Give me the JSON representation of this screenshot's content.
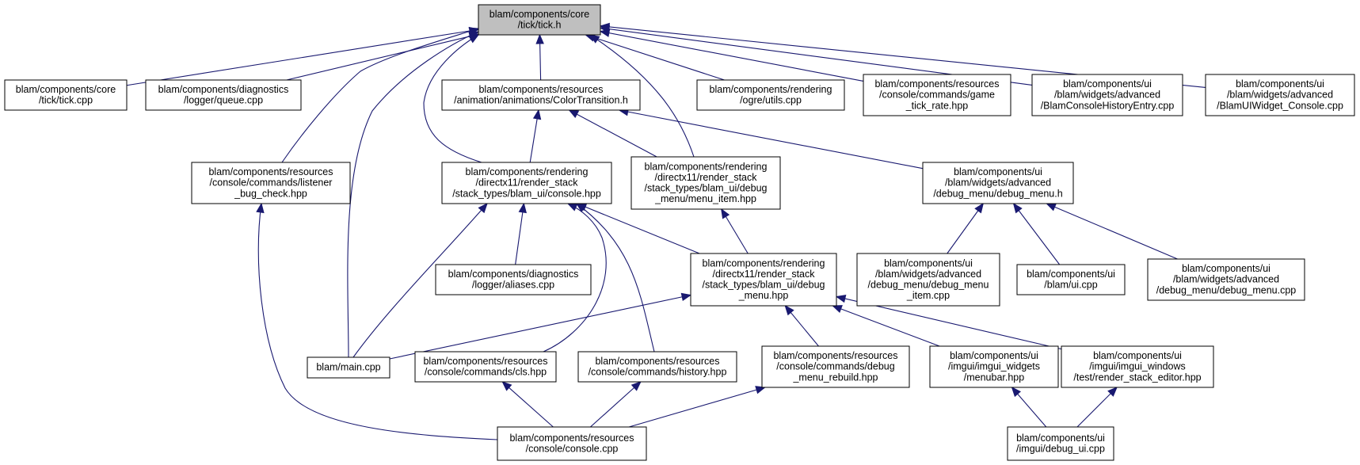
{
  "diagram_data": {
    "type": "include-dependency-graph",
    "edge_color": "#191970",
    "root_fill": "#bfbfbf",
    "nodes": [
      {
        "id": "tick_h",
        "lines": [
          "blam/components/core",
          "/tick/tick.h"
        ],
        "root": true
      },
      {
        "id": "tick_cpp",
        "lines": [
          "blam/components/core",
          "/tick/tick.cpp"
        ]
      },
      {
        "id": "queue_cpp",
        "lines": [
          "blam/components/diagnostics",
          "/logger/queue.cpp"
        ]
      },
      {
        "id": "colortransition_h",
        "lines": [
          "blam/components/resources",
          "/animation/animations/ColorTransition.h"
        ]
      },
      {
        "id": "ogre_utils_cpp",
        "lines": [
          "blam/components/rendering",
          "/ogre/utils.cpp"
        ]
      },
      {
        "id": "game_tick_rate_hpp",
        "lines": [
          "blam/components/resources",
          "/console/commands/game",
          "_tick_rate.hpp"
        ]
      },
      {
        "id": "historyentry_cpp",
        "lines": [
          "blam/components/ui",
          "/blam/widgets/advanced",
          "/BlamConsoleHistoryEntry.cpp"
        ]
      },
      {
        "id": "uiwidget_console_cpp",
        "lines": [
          "blam/components/ui",
          "/blam/widgets/advanced",
          "/BlamUIWidget_Console.cpp"
        ]
      },
      {
        "id": "listener_bug_check_hpp",
        "lines": [
          "blam/components/resources",
          "/console/commands/listener",
          "_bug_check.hpp"
        ]
      },
      {
        "id": "rs_console_hpp",
        "lines": [
          "blam/components/rendering",
          "/directx11/render_stack",
          "/stack_types/blam_ui/console.hpp"
        ]
      },
      {
        "id": "menu_item_hpp",
        "lines": [
          "blam/components/rendering",
          "/directx11/render_stack",
          "/stack_types/blam_ui/debug",
          "_menu/menu_item.hpp"
        ]
      },
      {
        "id": "debug_menu_h",
        "lines": [
          "blam/components/ui",
          "/blam/widgets/advanced",
          "/debug_menu/debug_menu.h"
        ]
      },
      {
        "id": "aliases_cpp",
        "lines": [
          "blam/components/diagnostics",
          "/logger/aliases.cpp"
        ]
      },
      {
        "id": "rs_debug_menu_hpp",
        "lines": [
          "blam/components/rendering",
          "/directx11/render_stack",
          "/stack_types/blam_ui/debug",
          "_menu.hpp"
        ]
      },
      {
        "id": "debug_menu_item_cpp",
        "lines": [
          "blam/components/ui",
          "/blam/widgets/advanced",
          "/debug_menu/debug_menu",
          "_item.cpp"
        ]
      },
      {
        "id": "ui_cpp",
        "lines": [
          "blam/components/ui",
          "/blam/ui.cpp"
        ]
      },
      {
        "id": "debug_menu_cpp",
        "lines": [
          "blam/components/ui",
          "/blam/widgets/advanced",
          "/debug_menu/debug_menu.cpp"
        ]
      },
      {
        "id": "main_cpp",
        "lines": [
          "blam/main.cpp"
        ]
      },
      {
        "id": "cls_hpp",
        "lines": [
          "blam/components/resources",
          "/console/commands/cls.hpp"
        ]
      },
      {
        "id": "history_hpp",
        "lines": [
          "blam/components/resources",
          "/console/commands/history.hpp"
        ]
      },
      {
        "id": "debug_menu_rebuild_hpp",
        "lines": [
          "blam/components/resources",
          "/console/commands/debug",
          "_menu_rebuild.hpp"
        ]
      },
      {
        "id": "menubar_hpp",
        "lines": [
          "blam/components/ui",
          "/imgui/imgui_widgets",
          "/menubar.hpp"
        ]
      },
      {
        "id": "render_stack_editor_hpp",
        "lines": [
          "blam/components/ui",
          "/imgui/imgui_windows",
          "/test/render_stack_editor.hpp"
        ]
      },
      {
        "id": "console_cpp",
        "lines": [
          "blam/components/resources",
          "/console/console.cpp"
        ]
      },
      {
        "id": "debug_ui_cpp",
        "lines": [
          "blam/components/ui",
          "/imgui/debug_ui.cpp"
        ]
      }
    ],
    "edges": [
      {
        "from": "tick_cpp",
        "to": "tick_h"
      },
      {
        "from": "queue_cpp",
        "to": "tick_h"
      },
      {
        "from": "listener_bug_check_hpp",
        "to": "tick_h"
      },
      {
        "from": "main_cpp",
        "to": "tick_h"
      },
      {
        "from": "rs_console_hpp",
        "to": "tick_h"
      },
      {
        "from": "colortransition_h",
        "to": "tick_h"
      },
      {
        "from": "menu_item_hpp",
        "to": "tick_h"
      },
      {
        "from": "ogre_utils_cpp",
        "to": "tick_h"
      },
      {
        "from": "game_tick_rate_hpp",
        "to": "tick_h"
      },
      {
        "from": "historyentry_cpp",
        "to": "tick_h"
      },
      {
        "from": "uiwidget_console_cpp",
        "to": "tick_h"
      },
      {
        "from": "rs_console_hpp",
        "to": "colortransition_h"
      },
      {
        "from": "menu_item_hpp",
        "to": "colortransition_h"
      },
      {
        "from": "debug_menu_h",
        "to": "colortransition_h"
      },
      {
        "from": "console_cpp",
        "to": "listener_bug_check_hpp"
      },
      {
        "from": "main_cpp",
        "to": "rs_console_hpp"
      },
      {
        "from": "aliases_cpp",
        "to": "rs_console_hpp"
      },
      {
        "from": "cls_hpp",
        "to": "rs_console_hpp"
      },
      {
        "from": "history_hpp",
        "to": "rs_console_hpp"
      },
      {
        "from": "rs_debug_menu_hpp",
        "to": "rs_console_hpp"
      },
      {
        "from": "rs_debug_menu_hpp",
        "to": "menu_item_hpp"
      },
      {
        "from": "debug_menu_item_cpp",
        "to": "debug_menu_h"
      },
      {
        "from": "ui_cpp",
        "to": "debug_menu_h"
      },
      {
        "from": "debug_menu_cpp",
        "to": "debug_menu_h"
      },
      {
        "from": "main_cpp",
        "to": "rs_debug_menu_hpp"
      },
      {
        "from": "debug_menu_rebuild_hpp",
        "to": "rs_debug_menu_hpp"
      },
      {
        "from": "menubar_hpp",
        "to": "rs_debug_menu_hpp"
      },
      {
        "from": "render_stack_editor_hpp",
        "to": "rs_debug_menu_hpp"
      },
      {
        "from": "console_cpp",
        "to": "cls_hpp"
      },
      {
        "from": "console_cpp",
        "to": "history_hpp"
      },
      {
        "from": "console_cpp",
        "to": "debug_menu_rebuild_hpp"
      },
      {
        "from": "debug_ui_cpp",
        "to": "menubar_hpp"
      },
      {
        "from": "debug_ui_cpp",
        "to": "render_stack_editor_hpp"
      }
    ]
  }
}
